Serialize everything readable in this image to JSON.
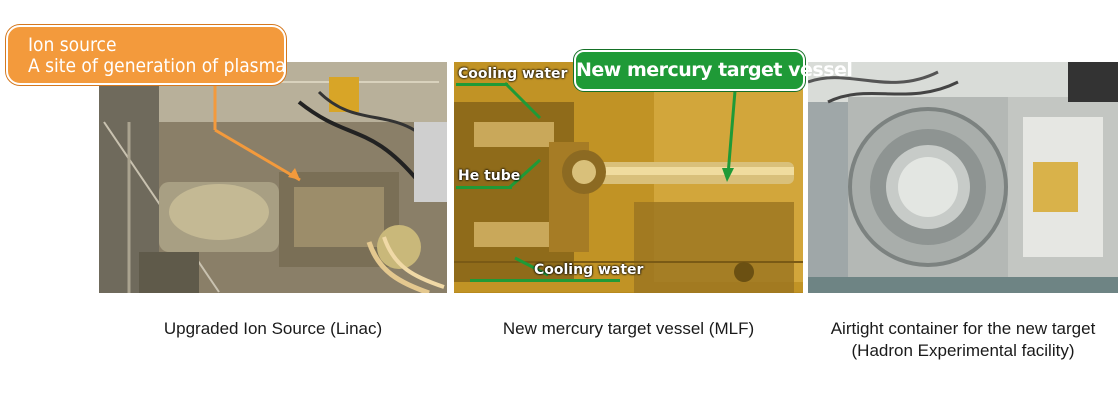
{
  "callouts": {
    "ion_source": {
      "line1": "Ion source",
      "line2": "A site of generation of plasma",
      "color": "#f39a3c"
    },
    "mercury_vessel": {
      "text": "New mercury target vessel",
      "color": "#1f9a37"
    }
  },
  "photo_labels": {
    "cooling_water_top": "Cooling water",
    "he_tube": "He tube",
    "cooling_water_bottom": "Cooling water"
  },
  "captions": {
    "linac": "Upgraded Ion Source (Linac)",
    "mlf": "New mercury target vessel (MLF)",
    "hadron_line1": "Airtight container for the new target",
    "hadron_line2": "(Hadron Experimental facility)"
  }
}
